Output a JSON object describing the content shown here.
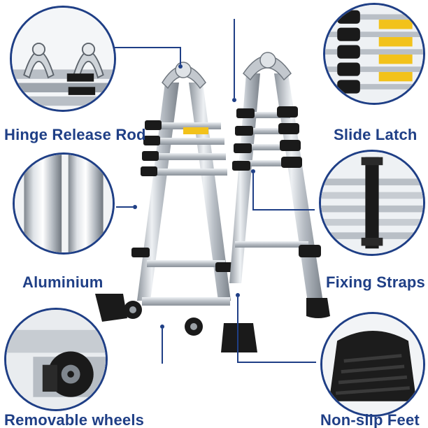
{
  "labels": {
    "hinge_release_rod": "Hinge Release Rod",
    "slide_latch": "Slide Latch",
    "aluminium": "Aluminium",
    "fixing_straps": "Fixing Straps",
    "removable_wheels": "Removable wheels",
    "non_slip_feet": "Non-slip Feet"
  },
  "colors": {
    "label_text": "#1f3f86",
    "callout_line": "#1f3f86",
    "circle_border": "#1f3f86",
    "aluminium": "#c9ced4",
    "rubber_black": "#1a1a1a",
    "warning_yellow": "#f2c21b"
  },
  "icons": {
    "hinge": "hinge-closeup-icon",
    "latch": "slide-latch-closeup-icon",
    "tube": "aluminium-tube-closeup-icon",
    "strap": "fixing-strap-closeup-icon",
    "wheel": "wheel-closeup-icon",
    "foot": "rubber-foot-closeup-icon"
  }
}
